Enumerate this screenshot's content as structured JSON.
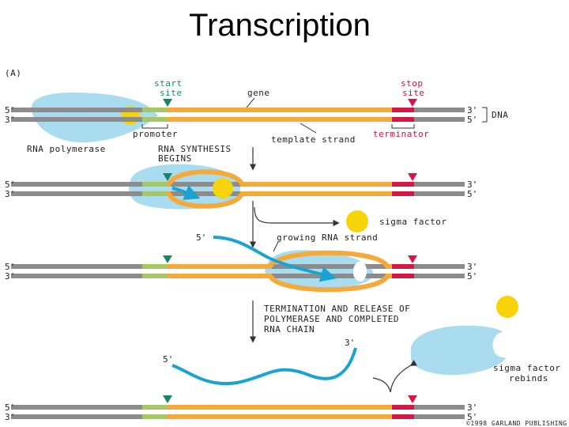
{
  "title": "Transcription",
  "panel_label": "(A)",
  "labels": {
    "start_site": [
      "start",
      "site"
    ],
    "stop_site": [
      "stop",
      "site"
    ],
    "gene": "gene",
    "promoter": "promoter",
    "terminator": "terminator",
    "dna": "DNA",
    "rna_polymerase": "RNA polymerase",
    "template_strand": "template strand",
    "rna_synthesis_begins": [
      "RNA SYNTHESIS",
      "BEGINS"
    ],
    "sigma_factor": "sigma factor",
    "growing_rna_strand": "growing RNA strand",
    "termination": [
      "TERMINATION AND RELEASE OF",
      "POLYMERASE AND COMPLETED",
      "RNA CHAIN"
    ],
    "sigma_factor_rebinds": [
      "sigma factor",
      "rebinds"
    ],
    "copyright": "©1998 GARLAND PUBLISHING"
  },
  "strand_ends": {
    "five_prime": "5'",
    "three_prime": "3'"
  },
  "colors": {
    "dna_gray": "#8c8c8c",
    "gene_orange": "#f5a93a",
    "promoter_green": "#a6c864",
    "terminator_red": "#d41845",
    "polymerase_blue": "#a9dcef",
    "sigma_yellow": "#f7d40a",
    "rna_blue": "#1aa3d0",
    "start_marker": "#17876a",
    "stop_marker": "#d41845"
  }
}
